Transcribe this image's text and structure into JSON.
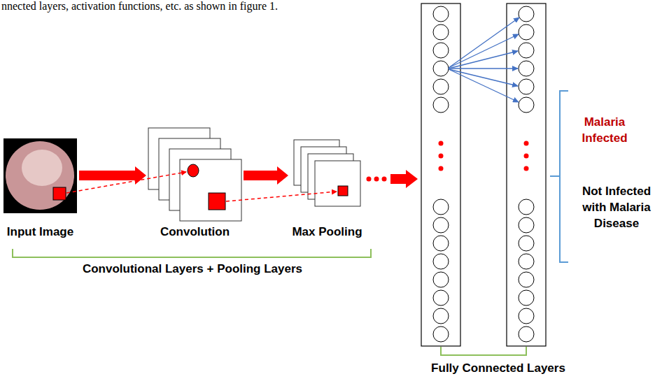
{
  "diagram": {
    "nodes": [
      {
        "text": [
          "Input Image"
        ]
      },
      {
        "text": [
          "Convolution"
        ]
      },
      {
        "text": [
          "Max Pooling"
        ]
      }
    ],
    "edges": [
      {
        "from": 0,
        "to": 1,
        "arrow": "to"
      },
      {
        "from": 1,
        "to": 2,
        "arrow": "to"
      }
    ],
    "labels": [
      "nnected layers, activation functions, etc. as shown in figure 1.",
      "Convolutional Layers + Pooling Layers",
      "Malaria Infected",
      "Not Infected with Malaria Disease",
      "Fully Connected Layers"
    ]
  }
}
